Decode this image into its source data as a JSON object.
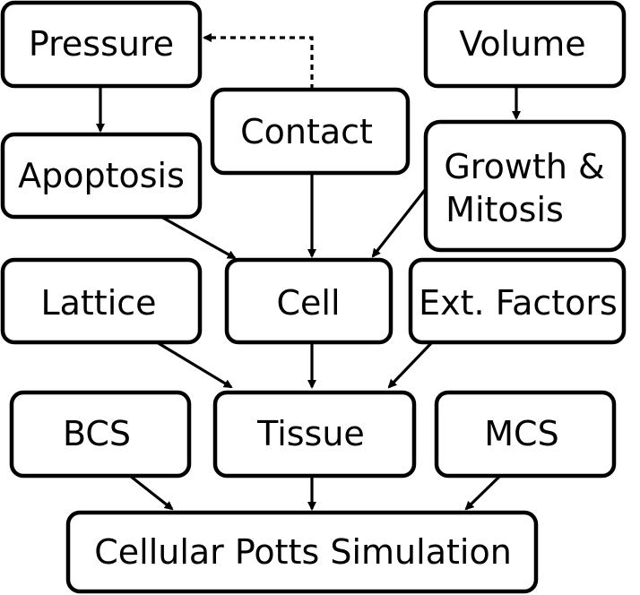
{
  "diagram": {
    "nodes": {
      "pressure": "Pressure",
      "volume": "Volume",
      "contact": "Contact",
      "apoptosis": "Apoptosis",
      "growth_line1": "Growth &",
      "growth_line2": "Mitosis",
      "lattice": "Lattice",
      "cell": "Cell",
      "ext_factors": "Ext. Factors",
      "bcs": "BCS",
      "tissue": "Tissue",
      "mcs": "MCS",
      "simulation": "Cellular Potts Simulation"
    },
    "edges": [
      {
        "from": "pressure",
        "to": "apoptosis",
        "style": "solid"
      },
      {
        "from": "contact",
        "to": "pressure",
        "style": "dashed"
      },
      {
        "from": "volume",
        "to": "growth_mitosis",
        "style": "solid"
      },
      {
        "from": "apoptosis",
        "to": "cell",
        "style": "solid"
      },
      {
        "from": "contact",
        "to": "cell",
        "style": "solid"
      },
      {
        "from": "growth_mitosis",
        "to": "cell",
        "style": "solid"
      },
      {
        "from": "lattice",
        "to": "tissue",
        "style": "solid"
      },
      {
        "from": "cell",
        "to": "tissue",
        "style": "solid"
      },
      {
        "from": "ext_factors",
        "to": "tissue",
        "style": "solid"
      },
      {
        "from": "bcs",
        "to": "simulation",
        "style": "solid"
      },
      {
        "from": "tissue",
        "to": "simulation",
        "style": "solid"
      },
      {
        "from": "mcs",
        "to": "simulation",
        "style": "solid"
      }
    ]
  }
}
